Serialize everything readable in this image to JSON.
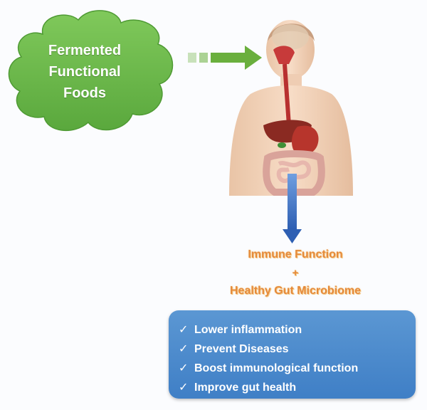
{
  "cloud": {
    "lines": [
      "Fermented",
      "Functional",
      "Foods"
    ],
    "fill_color": "#6fbf4d"
  },
  "arrow_color": "#6aaf3d",
  "down_arrow_color": "#3b6fc4",
  "outcomes": {
    "line1": "Immune Function",
    "plus": "+",
    "line2": "Healthy Gut Microbiome",
    "text_color": "#e58a3a"
  },
  "benefits": {
    "check_glyph": "✓",
    "items": [
      "Lower inflammation",
      "Prevent Diseases",
      "Boost immunological function",
      "Improve gut health"
    ],
    "box_color": "#4a88cc"
  },
  "icons": [
    "human-torso-digestive-system-illustration",
    "check-icon"
  ]
}
